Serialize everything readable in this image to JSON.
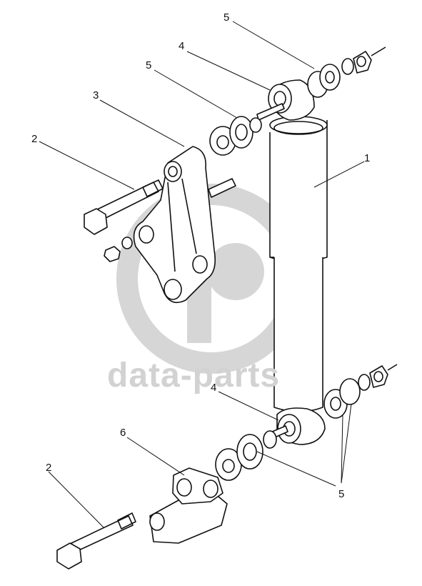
{
  "diagram": {
    "callouts": [
      {
        "id": "c5-top",
        "text": "5"
      },
      {
        "id": "c4-top",
        "text": "4"
      },
      {
        "id": "c5-mid",
        "text": "5"
      },
      {
        "id": "c3",
        "text": "3"
      },
      {
        "id": "c2-top",
        "text": "2"
      },
      {
        "id": "c1",
        "text": "1"
      },
      {
        "id": "c4-bot",
        "text": "4"
      },
      {
        "id": "c6",
        "text": "6"
      },
      {
        "id": "c2-bot",
        "text": "2"
      },
      {
        "id": "c5-bot",
        "text": "5"
      }
    ]
  },
  "watermark": {
    "text": "data-parts",
    "color": "#d2d2d2"
  },
  "colors": {
    "line": "#111111",
    "background": "#ffffff"
  }
}
